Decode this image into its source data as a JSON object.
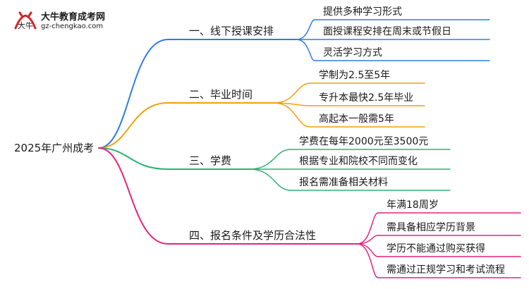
{
  "header": {
    "logo_title": "大牛教育成考网",
    "logo_url": "gz-chengkao.com",
    "logo_mark": "大牛"
  },
  "colors": {
    "blue": "#2f7de1",
    "orange": "#f0a10b",
    "green": "#29b573",
    "pink": "#e6237a",
    "text": "#1a1a1a",
    "logo_red": "#d7242a"
  },
  "mindmap": {
    "root": "2025年广州成考",
    "branches": [
      {
        "label": "一、线下授课安排",
        "color": "blue",
        "children": [
          "提供多种学习形式",
          "面授课程安排在周末或节假日",
          "灵活学习方式"
        ]
      },
      {
        "label": "二、毕业时间",
        "color": "orange",
        "children": [
          "学制为2.5至5年",
          "专升本最快2.5年毕业",
          "高起本一般需5年"
        ]
      },
      {
        "label": "三、学费",
        "color": "green",
        "children": [
          "学费在每年2000元至3500元",
          "根据专业和院校不同而变化",
          "报名需准备相关材料"
        ]
      },
      {
        "label": "四、报名条件及学历合法性",
        "color": "pink",
        "children": [
          "年满18周岁",
          "需具备相应学历背景",
          "学历不能通过购买获得",
          "需通过正规学习和考试流程"
        ]
      }
    ]
  }
}
